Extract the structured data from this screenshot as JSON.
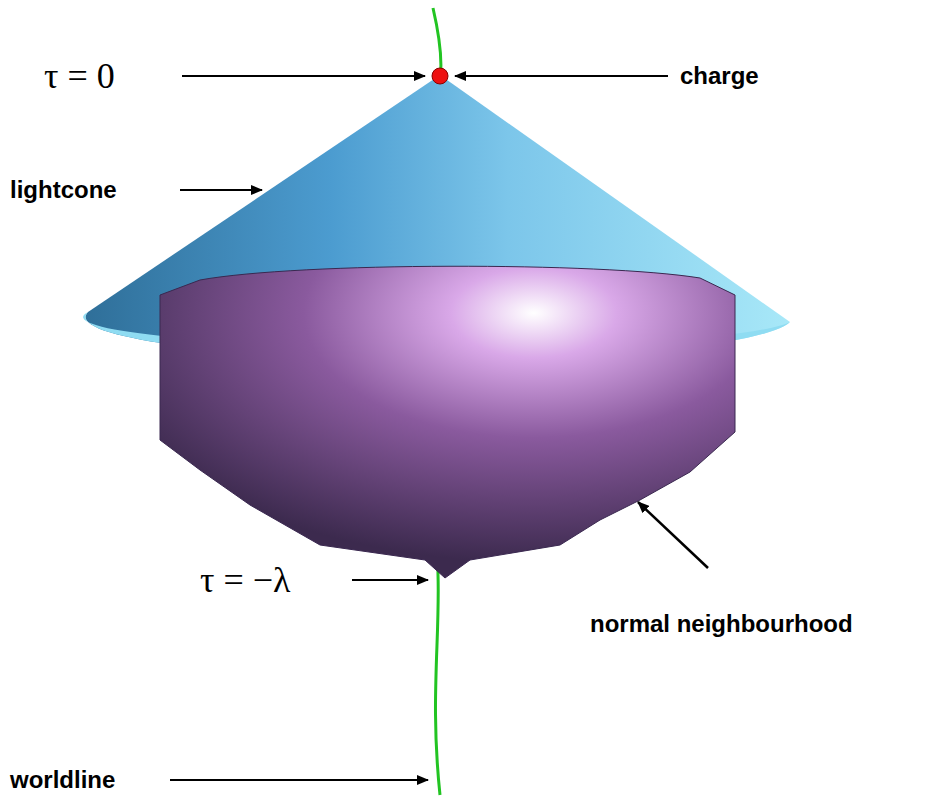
{
  "diagram": {
    "labels": [
      "τ = 0",
      "charge",
      "lightcone",
      "τ = −λ",
      "normal neighbourhood",
      "worldline"
    ]
  }
}
